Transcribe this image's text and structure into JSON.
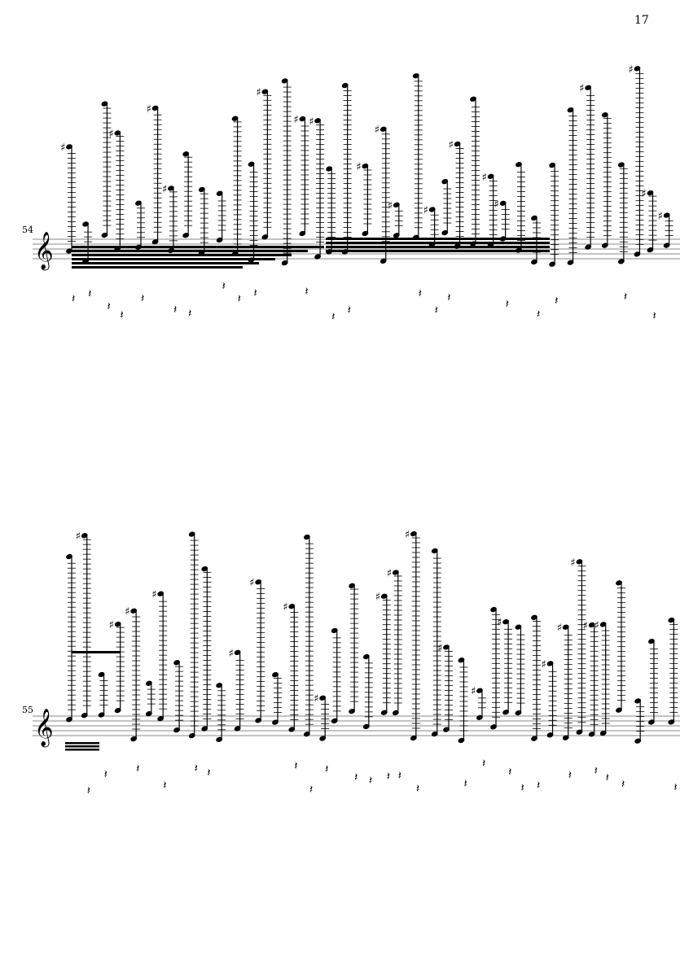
{
  "page": {
    "number": "17"
  },
  "systems": [
    {
      "measure_number": "54",
      "clef": "treble"
    },
    {
      "measure_number": "55",
      "clef": "treble"
    }
  ],
  "colors": {
    "ink": "#000000",
    "staff": "#888888",
    "paper": "#ffffff"
  }
}
